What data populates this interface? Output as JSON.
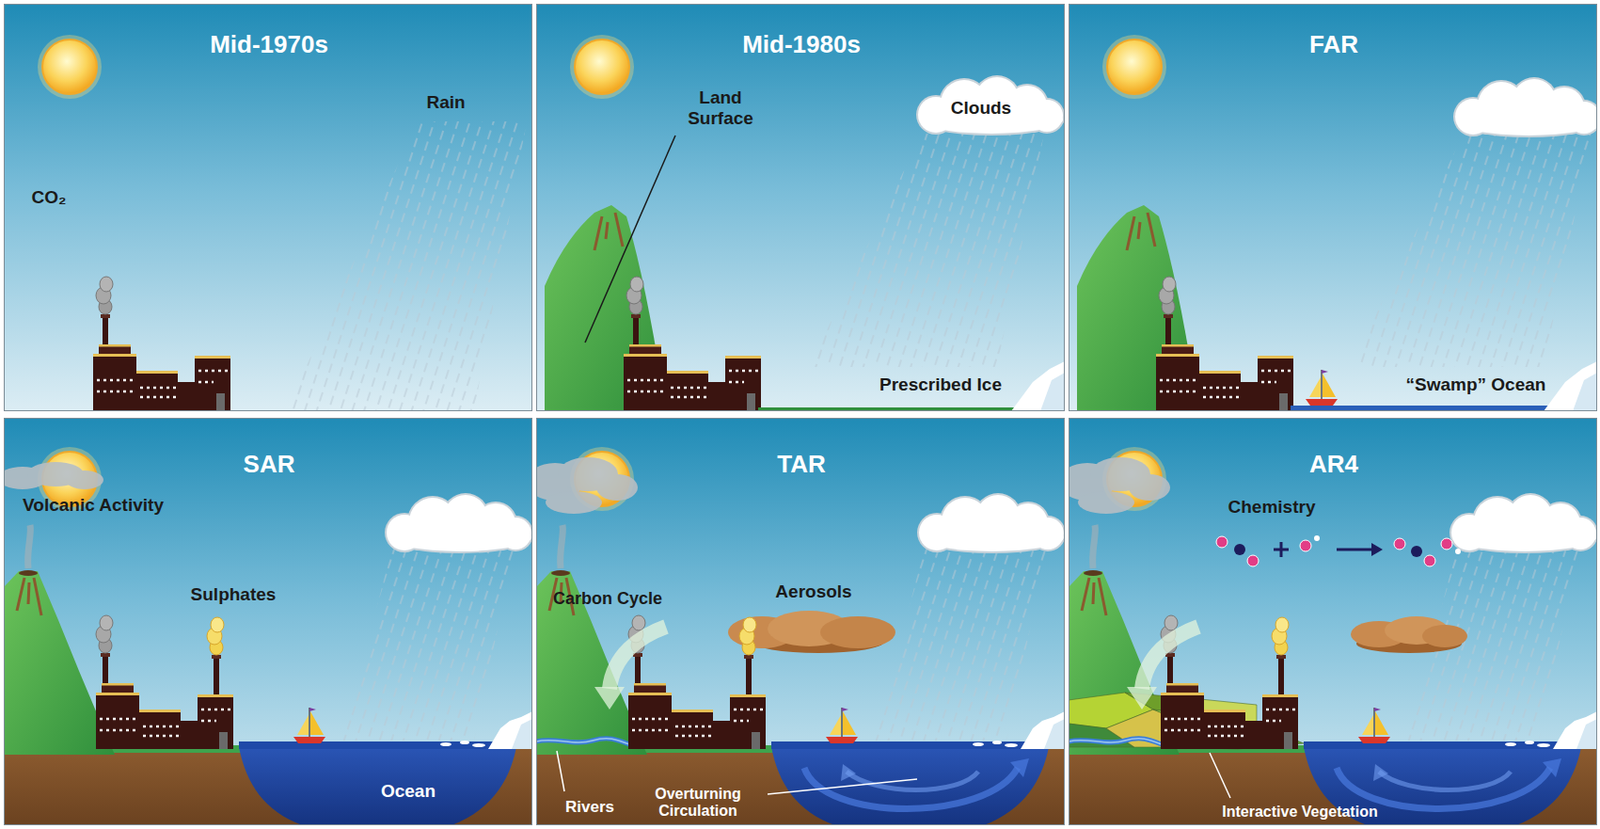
{
  "diagram": {
    "nodes": [
      {
        "text": [
          "Mid-1970s",
          "Rain",
          "CO₂"
        ]
      },
      {
        "text": [
          "Mid-1980s",
          "Clouds",
          "Land Surface",
          "Prescribed Ice"
        ]
      },
      {
        "text": [
          "FAR",
          "“Swamp” Ocean"
        ]
      },
      {
        "text": [
          "SAR",
          "Volcanic Activity",
          "Sulphates",
          "Ocean"
        ]
      },
      {
        "text": [
          "TAR",
          "Carbon Cycle",
          "Aerosols",
          "Rivers",
          "Overturning Circulation"
        ]
      },
      {
        "text": [
          "AR4",
          "Chemistry",
          "Interactive Vegetation"
        ]
      }
    ]
  }
}
